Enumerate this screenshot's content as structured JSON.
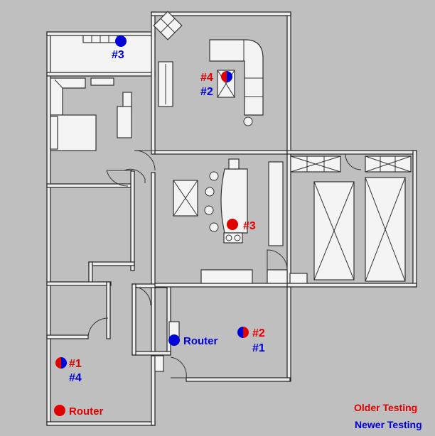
{
  "colors": {
    "background": "#bfbfbf",
    "wall_fill": "#eeeeee",
    "wall_stroke": "#222222",
    "older": "#e00000",
    "newer": "#0000d8"
  },
  "legend": {
    "older_label": "Older Testing",
    "newer_label": "Newer Testing"
  },
  "points": {
    "newer_3": "#3",
    "older_4": "#4",
    "newer_2": "#2",
    "older_3": "#3",
    "older_2": "#2",
    "newer_1": "#1",
    "newer_router": "Router",
    "older_1": "#1",
    "newer_4": "#4",
    "older_router": "Router"
  }
}
